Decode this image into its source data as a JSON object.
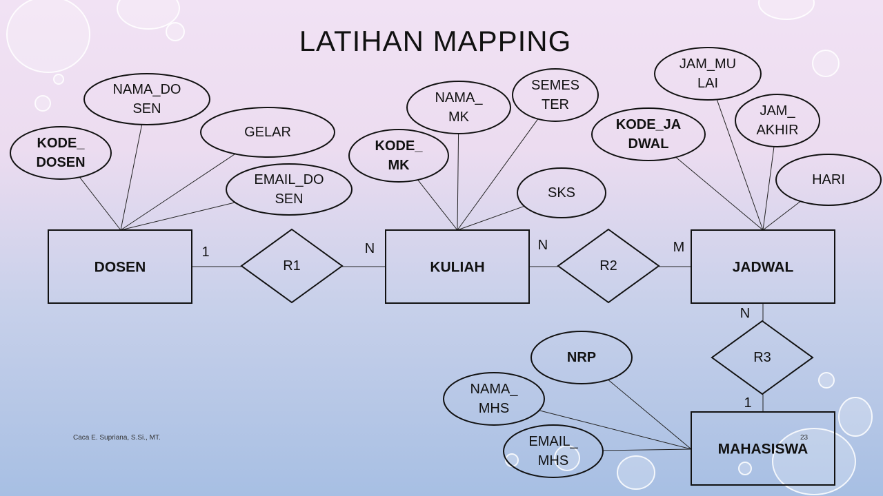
{
  "slide": {
    "title": "LATIHAN MAPPING",
    "author": "Caca E. Supriana, S.Si., MT.",
    "page_number": "23"
  },
  "entities": [
    {
      "id": "dosen",
      "label": "DOSEN"
    },
    {
      "id": "kuliah",
      "label": "KULIAH"
    },
    {
      "id": "jadwal",
      "label": "JADWAL"
    },
    {
      "id": "mahasiswa",
      "label": "MAHASISWA"
    }
  ],
  "relationships": [
    {
      "id": "r1",
      "label": "R1",
      "from": "dosen",
      "to": "kuliah",
      "from_card": "1",
      "to_card": "N"
    },
    {
      "id": "r2",
      "label": "R2",
      "from": "kuliah",
      "to": "jadwal",
      "from_card": "N",
      "to_card": "M"
    },
    {
      "id": "r3",
      "label": "R3",
      "from": "jadwal",
      "to": "mahasiswa",
      "from_card": "N",
      "to_card": "1"
    }
  ],
  "attributes": {
    "dosen": [
      {
        "lines": [
          "KODE_",
          "DOSEN"
        ],
        "key": true
      },
      {
        "lines": [
          "NAMA_DO",
          "SEN"
        ],
        "key": false
      },
      {
        "lines": [
          "GELAR"
        ],
        "key": false
      },
      {
        "lines": [
          "EMAIL_DO",
          "SEN"
        ],
        "key": false
      }
    ],
    "kuliah": [
      {
        "lines": [
          "KODE_",
          "MK"
        ],
        "key": true
      },
      {
        "lines": [
          "NAMA_",
          "MK"
        ],
        "key": false
      },
      {
        "lines": [
          "SEMES",
          "TER"
        ],
        "key": false
      },
      {
        "lines": [
          "SKS"
        ],
        "key": false
      }
    ],
    "jadwal": [
      {
        "lines": [
          "KODE_JA",
          "DWAL"
        ],
        "key": true
      },
      {
        "lines": [
          "JAM_MU",
          "LAI"
        ],
        "key": false
      },
      {
        "lines": [
          "JAM_",
          "AKHIR"
        ],
        "key": false
      },
      {
        "lines": [
          "HARI"
        ],
        "key": false
      }
    ],
    "mahasiswa": [
      {
        "lines": [
          "NRP"
        ],
        "key": true
      },
      {
        "lines": [
          "NAMA_",
          "MHS"
        ],
        "key": false
      },
      {
        "lines": [
          "EMAIL_",
          "MHS"
        ],
        "key": false
      }
    ]
  }
}
